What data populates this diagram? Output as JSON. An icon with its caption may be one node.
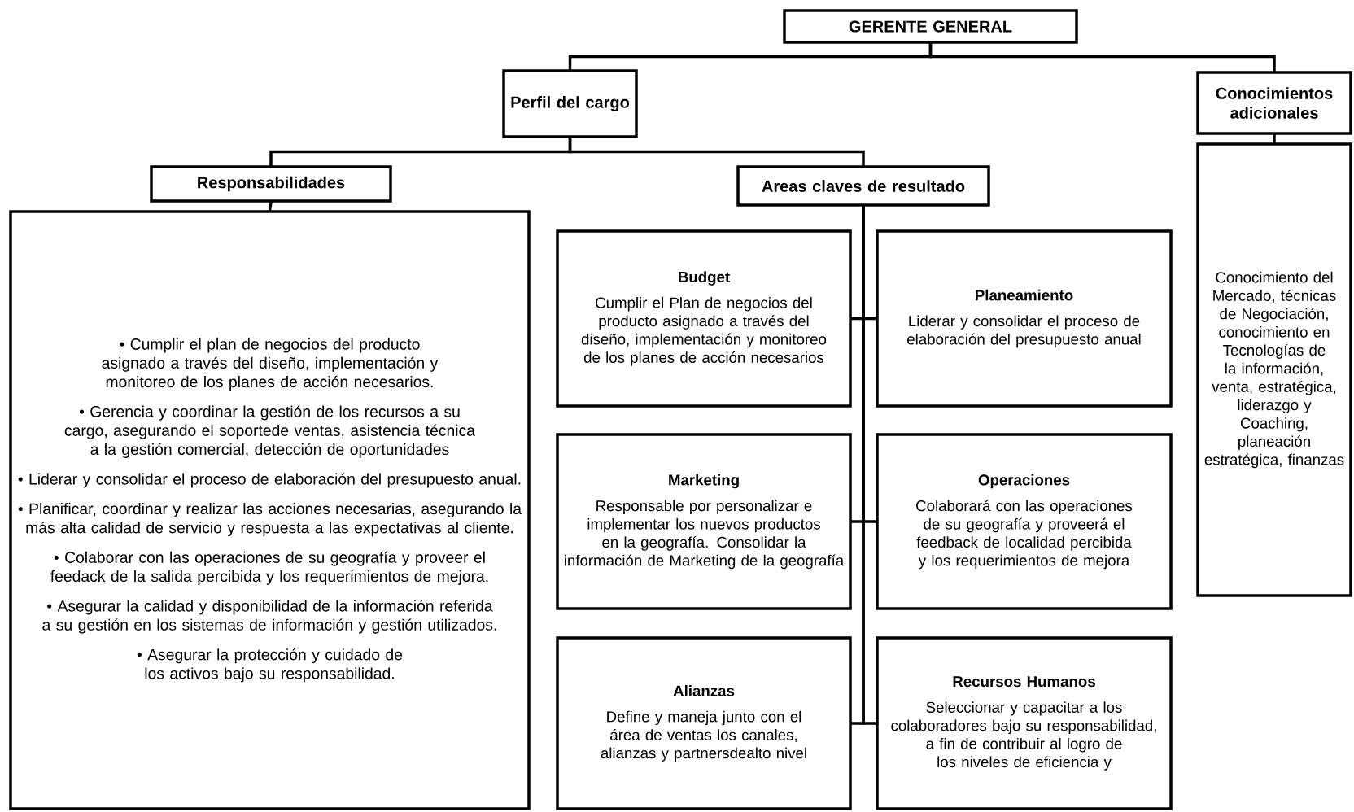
{
  "diagram": {
    "nodes": [
      {
        "text": [
          "GERENTE GENERAL"
        ]
      },
      {
        "text": [
          "Perfil del cargo"
        ]
      },
      {
        "text": [
          "Conocimientos adicionales"
        ]
      },
      {
        "text": [
          "Responsabilidades"
        ]
      },
      {
        "text": [
          "Areas claves de resultado"
        ]
      },
      {
        "text": [
          "• Cumplir el plan de negocios del producto asignado a través del diseño, implementación y monitoreo de los planes de acción necesarios.",
          "• Gerencia y coordinar la gestión de los recursos a su cargo, asegurando el soportede ventas, asistencia técnica a la gestión comercial, detección de oportunidades",
          "• Liderar y consolidar el proceso de elaboración del presupuesto anual.",
          "• Planificar, coordinar y realizar las acciones necesarias, asegurando la más alta calidad de servicio y respuesta a las expectativas al cliente.",
          "• Colaborar con las operaciones de su geografía y proveer el feedack de la salida percibida y los requerimientos de mejora.",
          "• Asegurar la calidad y disponibilidad de la información referida a su gestión en los sistemas de información y gestión utilizados.",
          "• Asegurar la protección y cuidado de los activos bajo su responsabilidad."
        ]
      },
      {
        "text": [
          "Budget",
          "Cumplir el Plan de negocios del producto asignado a través del diseño, implementación y monitoreo de los planes de acción necesarios"
        ]
      },
      {
        "text": [
          "Planeamiento",
          "Liderar y consolidar el proceso de  elaboración del presupuesto anual"
        ]
      },
      {
        "text": [
          "Marketing",
          "Responsable por personalizar e implementar los nuevos productos en la geografía. Consolidar la información de Marketing de la geografía"
        ]
      },
      {
        "text": [
          "Operaciones",
          "Colaborará con  las operaciones de su geografía y proveerá el feedback de localidad percibida y los requerimientos de mejora"
        ]
      },
      {
        "text": [
          "Alianzas",
          "Define y maneja junto con el área de ventas los canales, alianzas y partnersdealto nivel"
        ]
      },
      {
        "text": [
          "Recursos Humanos",
          "Seleccionar y capacitar a los colaboradores bajo su responsabilidad, a fin de contribuir al logro de los niveles de eficiencia y"
        ]
      },
      {
        "text": [
          "Conocimiento del Mercado, técnicas de Negociación, conocimiento en Tecnologías de la información, venta, estratégica, liderazgo y Coaching, planeación estratégica, finanzas"
        ]
      }
    ],
    "edges": [
      {
        "from": 0,
        "to": 1,
        "arrow": "none"
      },
      {
        "from": 0,
        "to": 2,
        "arrow": "none"
      },
      {
        "from": 1,
        "to": 3,
        "arrow": "none"
      },
      {
        "from": 1,
        "to": 4,
        "arrow": "none"
      },
      {
        "from": 3,
        "to": 5,
        "arrow": "none"
      },
      {
        "from": 2,
        "to": 12,
        "arrow": "none"
      },
      {
        "from": 4,
        "to": 6,
        "arrow": "none"
      },
      {
        "from": 4,
        "to": 7,
        "arrow": "none"
      },
      {
        "from": 4,
        "to": 8,
        "arrow": "none"
      },
      {
        "from": 4,
        "to": 9,
        "arrow": "none"
      },
      {
        "from": 4,
        "to": 10,
        "arrow": "none"
      },
      {
        "from": 4,
        "to": 11,
        "arrow": "none"
      }
    ]
  }
}
